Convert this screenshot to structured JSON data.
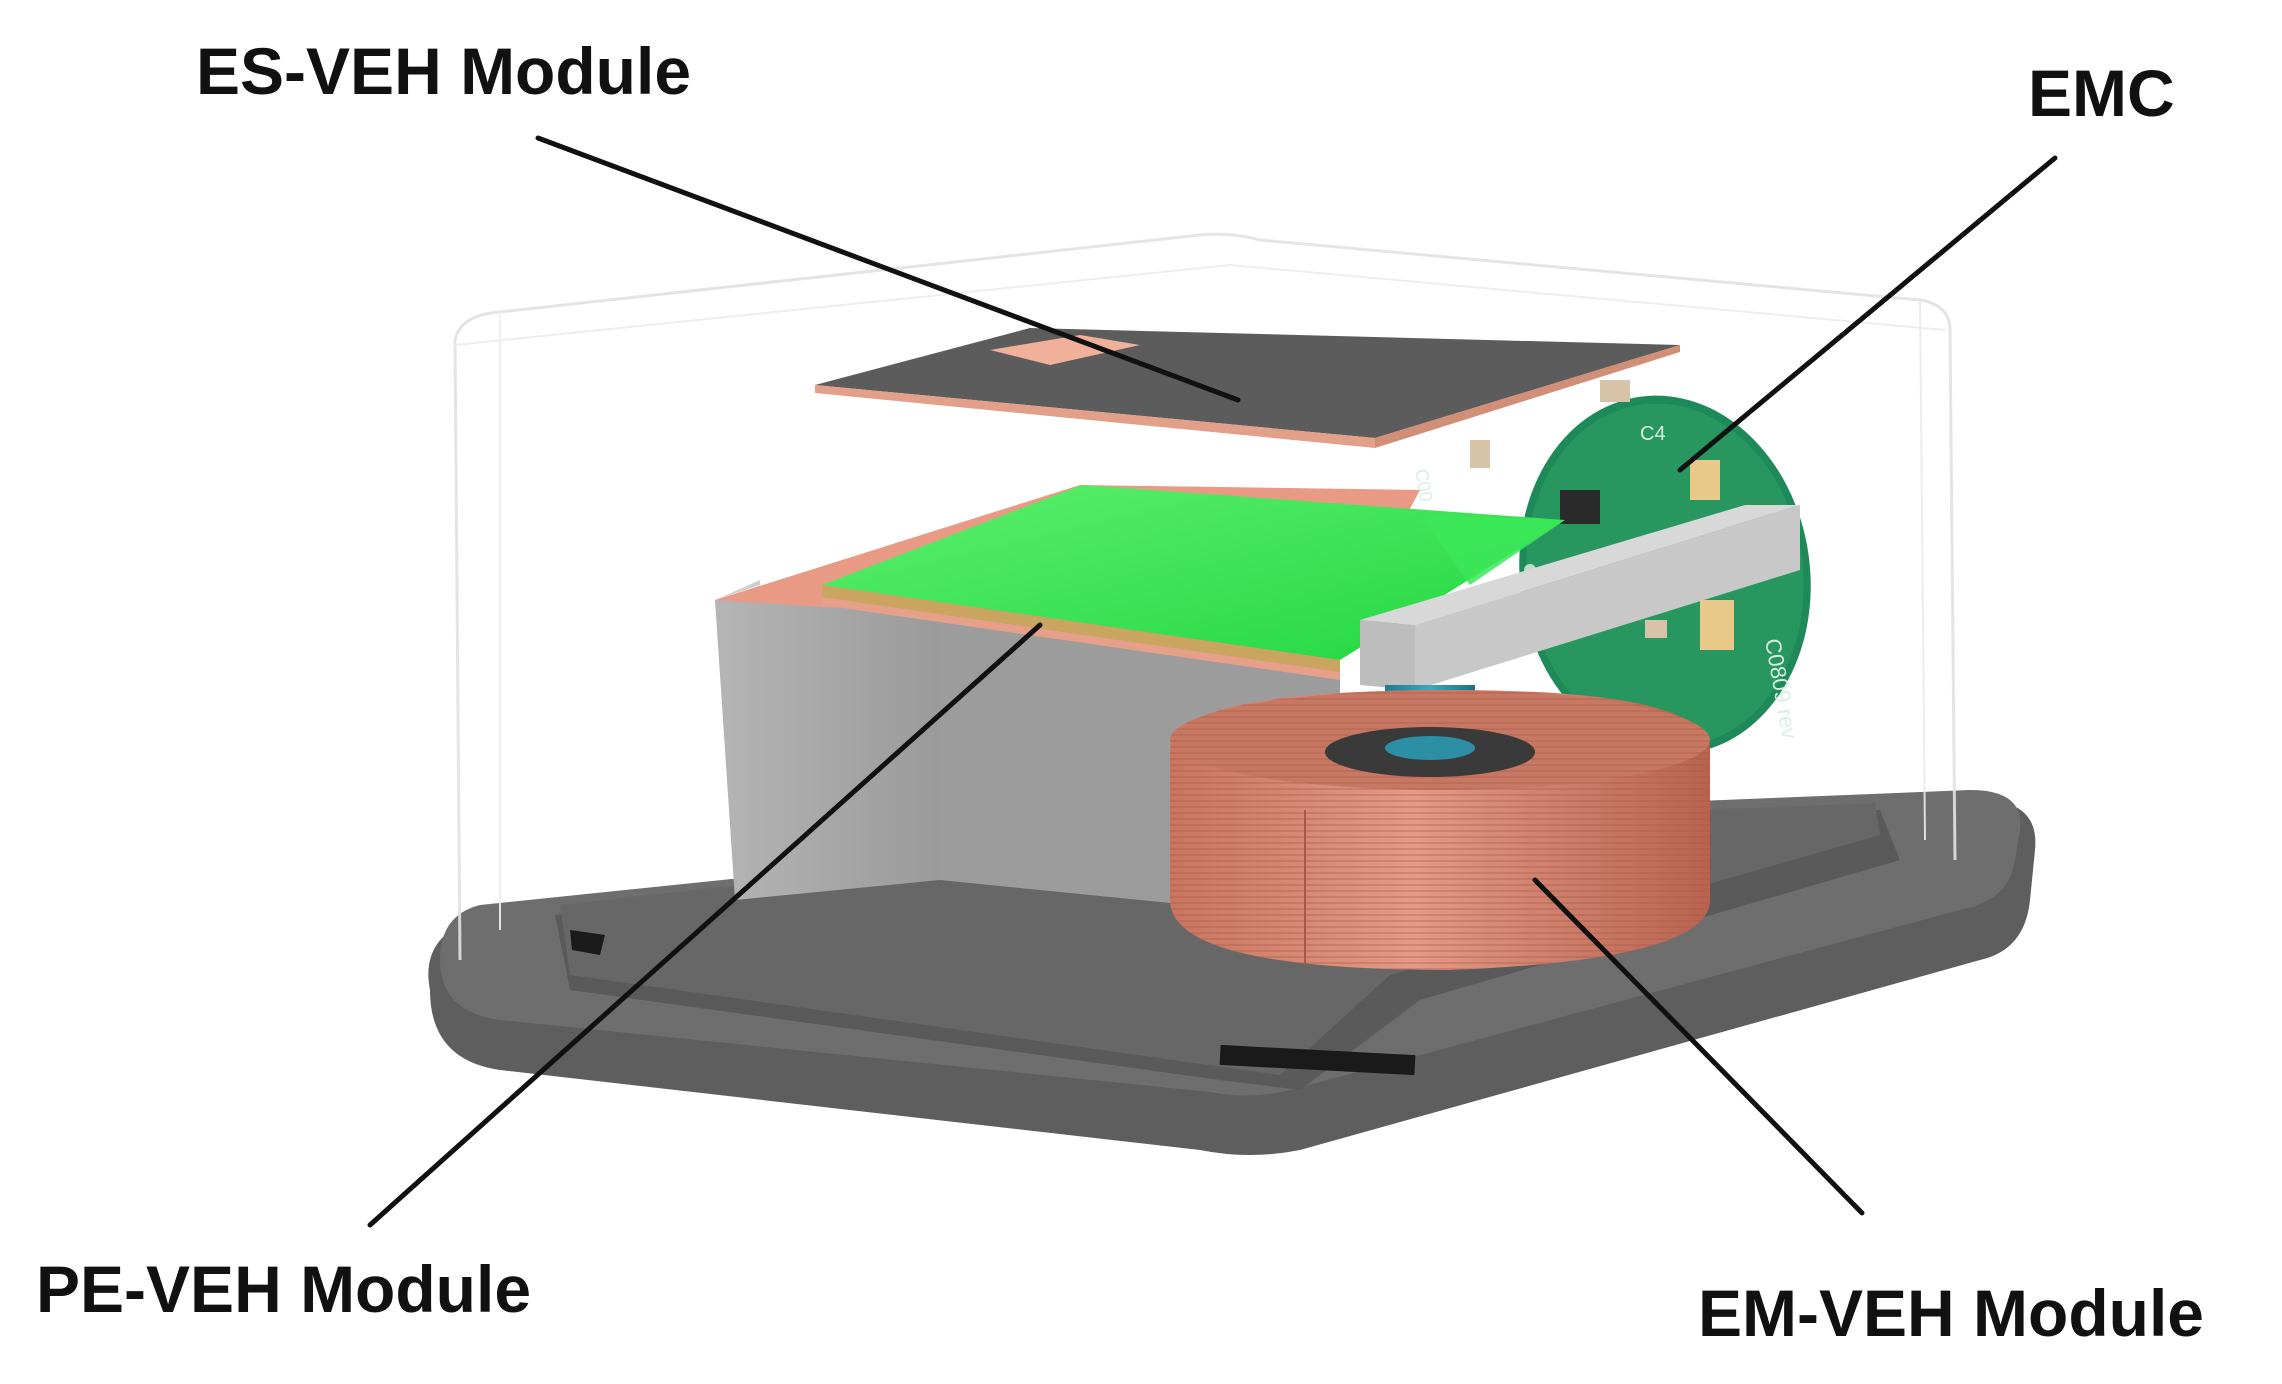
{
  "labels": {
    "es_veh": "ES-VEH Module",
    "emc": "EMC",
    "pe_veh": "PE-VEH Module",
    "em_veh": "EM-VEH Module"
  },
  "colors": {
    "base": "#5f5f5f",
    "base_top": "#707070",
    "block": "#a8a8a8",
    "pe_layer": "#33e84f",
    "copper": "#d98a74",
    "pcb": "#1f8a5b",
    "beam": "#c4c4c4",
    "magnet": "#2d8fa4",
    "leader": "#111111"
  }
}
